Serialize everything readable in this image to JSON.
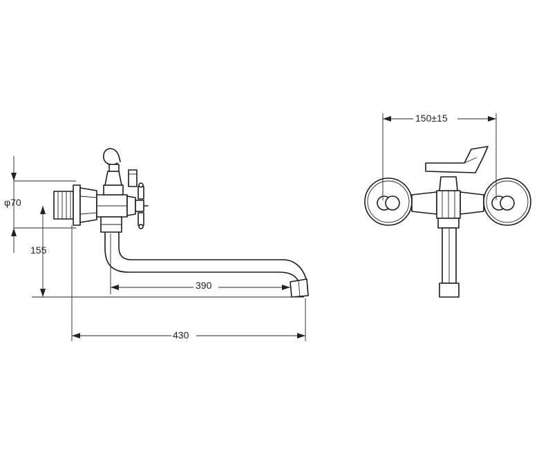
{
  "dimensions": {
    "diameter": "φ70",
    "height": "155",
    "spout_length": "390",
    "total_length": "430",
    "center_distance": "150±15"
  }
}
